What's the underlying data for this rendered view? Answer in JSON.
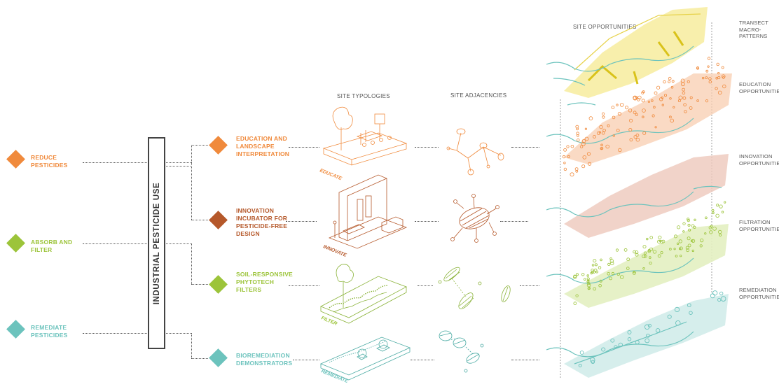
{
  "colors": {
    "orange": "#f08a3c",
    "brown": "#b5582a",
    "green": "#9cc43a",
    "teal": "#6cc3bd",
    "ink": "#444444"
  },
  "central_label": "INDUSTRIAL PESTICIDE USE",
  "goals": [
    {
      "line1": "REDUCE",
      "line2": "PESTICIDES",
      "color": "#f08a3c"
    },
    {
      "line1": "ABSORB AND",
      "line2": "FILTER",
      "color": "#9cc43a"
    },
    {
      "line1": "REMEDIATE",
      "line2": "PESTICIDES",
      "color": "#6cc3bd"
    }
  ],
  "strategies": [
    {
      "lines": [
        "EDUCATION AND",
        "LANDSCAPE",
        "INTERPRETATION"
      ],
      "color": "#f08a3c",
      "tag": "EDUCATE"
    },
    {
      "lines": [
        "INNOVATION",
        "INCUBATOR FOR",
        "PESTICIDE-FREE",
        "DESIGN"
      ],
      "color": "#b5582a",
      "tag": "INNOVATE"
    },
    {
      "lines": [
        "SOIL-RESPONSIVE",
        "PHYTOTECH",
        "FILTERS"
      ],
      "color": "#9cc43a",
      "tag": "FILTER"
    },
    {
      "lines": [
        "BIOREMEDIATION",
        "DEMONSTRATORS"
      ],
      "color": "#6cc3bd",
      "tag": "REMEDIATE"
    }
  ],
  "headers": {
    "typologies": "SITE TYPOLOGIES",
    "adjacencies": "SITE ADJACENCIES",
    "opportunities": "SITE OPPORTUNITIES"
  },
  "layers": [
    {
      "line1": "TRANSECT",
      "line2": "MACRO-PATTERNS"
    },
    {
      "line1": "EDUCATION",
      "line2": "OPPORTUNITIES"
    },
    {
      "line1": "INNOVATION",
      "line2": "OPPORTUNITIES"
    },
    {
      "line1": "FILTRATION",
      "line2": "OPPORTUNITIES"
    },
    {
      "line1": "REMEDIATION",
      "line2": "OPPORTUNITIES"
    }
  ]
}
